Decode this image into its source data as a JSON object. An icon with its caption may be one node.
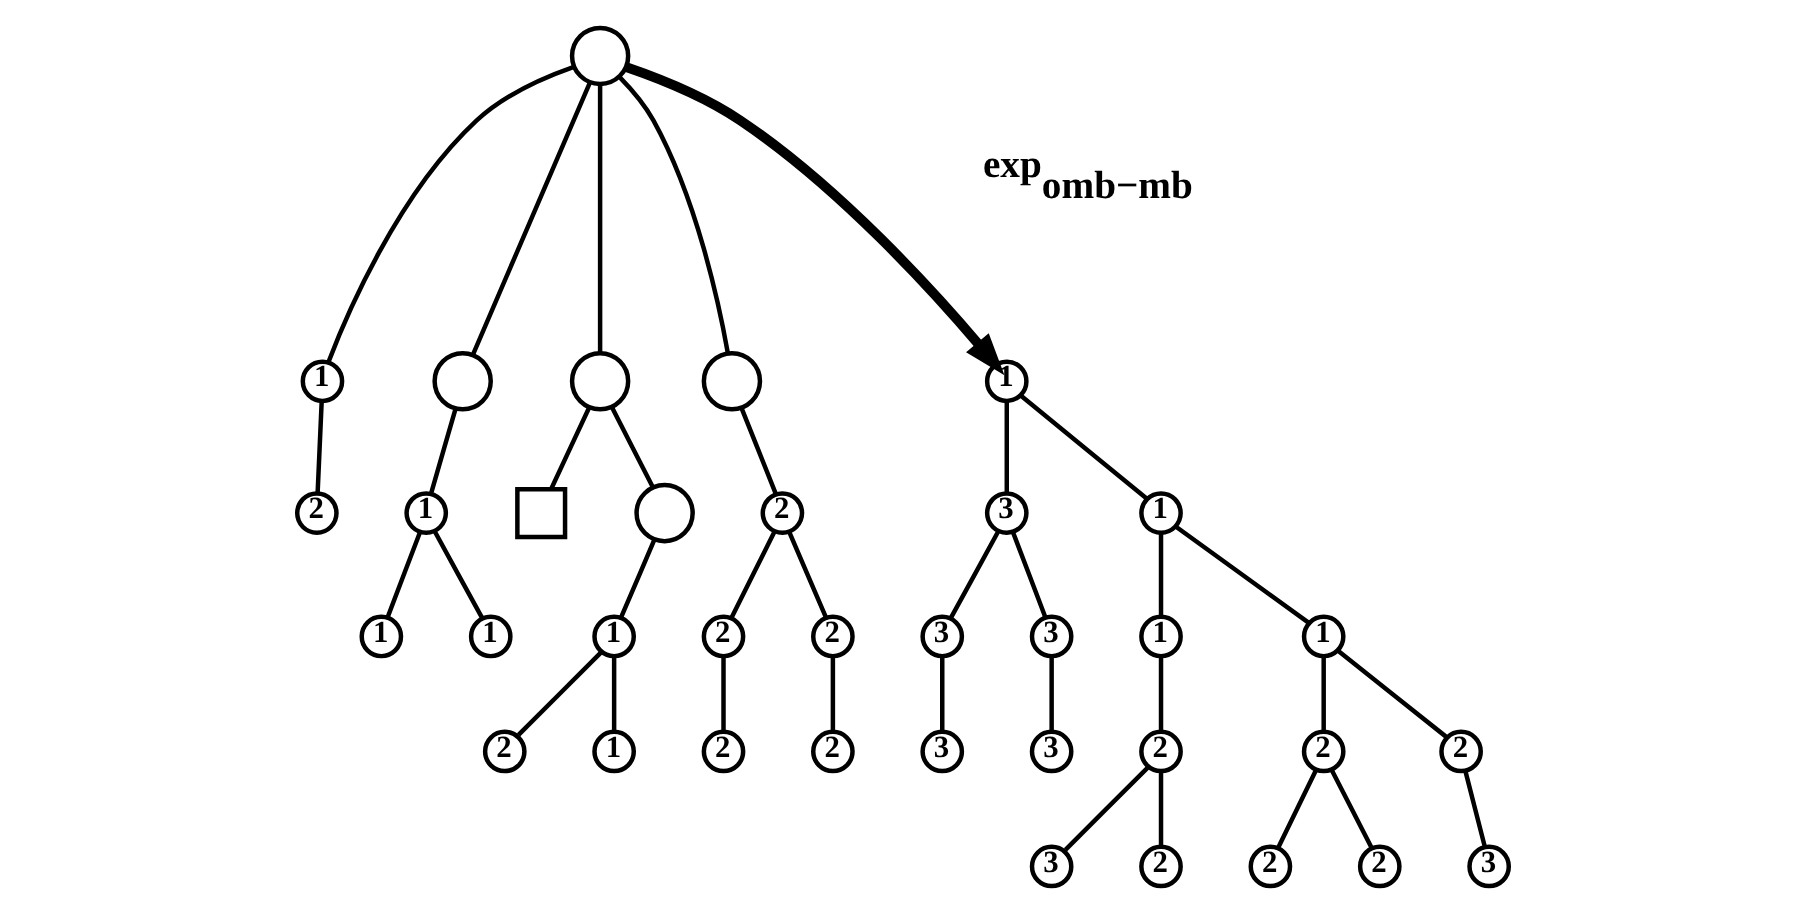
{
  "diagram": {
    "nodes": [
      {
        "text": [],
        "shape": "circle"
      },
      {
        "text": [
          "1"
        ]
      },
      {
        "text": [
          "2"
        ]
      },
      {
        "text": [],
        "shape": "circle"
      },
      {
        "text": [
          "1"
        ]
      },
      {
        "text": [
          "1"
        ]
      },
      {
        "text": [
          "1"
        ]
      },
      {
        "text": [],
        "shape": "circle"
      },
      {
        "text": [],
        "shape": "box"
      },
      {
        "text": [],
        "shape": "circle"
      },
      {
        "text": [
          "1"
        ]
      },
      {
        "text": [
          "2"
        ]
      },
      {
        "text": [
          "1"
        ]
      },
      {
        "text": [],
        "shape": "circle"
      },
      {
        "text": [
          "2"
        ]
      },
      {
        "text": [
          "2"
        ]
      },
      {
        "text": [
          "2"
        ]
      },
      {
        "text": [
          "2"
        ]
      },
      {
        "text": [
          "2"
        ]
      },
      {
        "text": [
          "1"
        ]
      },
      {
        "text": [
          "3"
        ]
      },
      {
        "text": [
          "1"
        ]
      },
      {
        "text": [
          "3"
        ]
      },
      {
        "text": [
          "3"
        ]
      },
      {
        "text": [
          "1"
        ]
      },
      {
        "text": [
          "1"
        ]
      },
      {
        "text": [
          "3"
        ]
      },
      {
        "text": [
          "3"
        ]
      },
      {
        "text": [
          "2"
        ]
      },
      {
        "text": [
          "2"
        ]
      },
      {
        "text": [
          "2"
        ]
      },
      {
        "text": [
          "3"
        ]
      },
      {
        "text": [
          "2"
        ]
      },
      {
        "text": [
          "2"
        ]
      },
      {
        "text": [
          "2"
        ]
      },
      {
        "text": [
          "3"
        ]
      }
    ],
    "edges": [
      {
        "from": 0,
        "to": 1,
        "arrow": "none"
      },
      {
        "from": 1,
        "to": 2,
        "arrow": "none"
      },
      {
        "from": 0,
        "to": 3,
        "arrow": "none"
      },
      {
        "from": 3,
        "to": 4,
        "arrow": "none"
      },
      {
        "from": 4,
        "to": 5,
        "arrow": "none"
      },
      {
        "from": 4,
        "to": 6,
        "arrow": "none"
      },
      {
        "from": 0,
        "to": 7,
        "arrow": "none"
      },
      {
        "from": 7,
        "to": 8,
        "arrow": "none"
      },
      {
        "from": 7,
        "to": 9,
        "arrow": "none"
      },
      {
        "from": 9,
        "to": 10,
        "arrow": "none"
      },
      {
        "from": 10,
        "to": 11,
        "arrow": "none"
      },
      {
        "from": 10,
        "to": 12,
        "arrow": "none"
      },
      {
        "from": 0,
        "to": 13,
        "arrow": "none"
      },
      {
        "from": 13,
        "to": 14,
        "arrow": "none"
      },
      {
        "from": 14,
        "to": 15,
        "arrow": "none"
      },
      {
        "from": 14,
        "to": 16,
        "arrow": "none"
      },
      {
        "from": 15,
        "to": 17,
        "arrow": "none"
      },
      {
        "from": 16,
        "to": 18,
        "arrow": "none"
      },
      {
        "from": 0,
        "to": 19,
        "arrow": "to",
        "label": "exp$_{omb−mb}$",
        "style": "thick"
      },
      {
        "from": 19,
        "to": 20,
        "arrow": "none"
      },
      {
        "from": 19,
        "to": 21,
        "arrow": "none"
      },
      {
        "from": 20,
        "to": 22,
        "arrow": "none"
      },
      {
        "from": 20,
        "to": 23,
        "arrow": "none"
      },
      {
        "from": 22,
        "to": 26,
        "arrow": "none"
      },
      {
        "from": 23,
        "to": 27,
        "arrow": "none"
      },
      {
        "from": 21,
        "to": 24,
        "arrow": "none"
      },
      {
        "from": 21,
        "to": 25,
        "arrow": "none"
      },
      {
        "from": 24,
        "to": 28,
        "arrow": "none"
      },
      {
        "from": 28,
        "to": 31,
        "arrow": "none"
      },
      {
        "from": 28,
        "to": 32,
        "arrow": "none"
      },
      {
        "from": 25,
        "to": 29,
        "arrow": "none"
      },
      {
        "from": 25,
        "to": 30,
        "arrow": "none"
      },
      {
        "from": 29,
        "to": 33,
        "arrow": "none"
      },
      {
        "from": 29,
        "to": 34,
        "arrow": "none"
      },
      {
        "from": 30,
        "to": 35,
        "arrow": "none"
      }
    ]
  }
}
